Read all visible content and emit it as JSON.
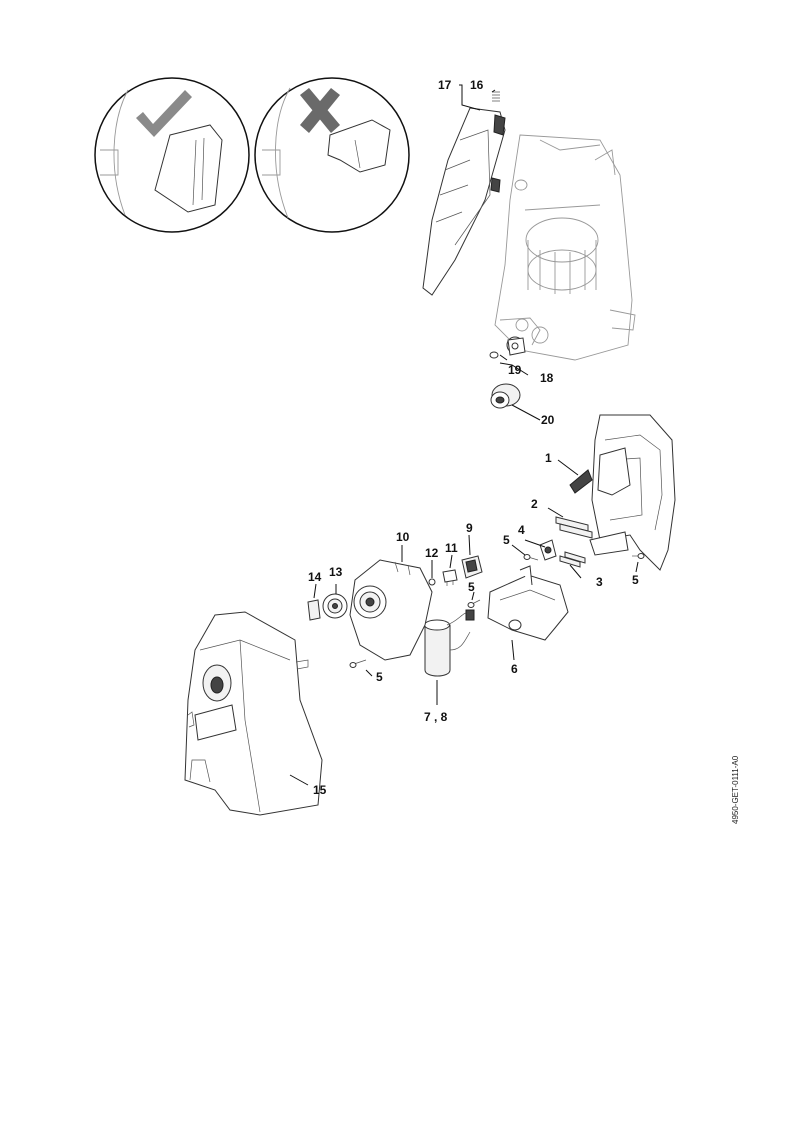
{
  "callouts": [
    {
      "id": "1",
      "text": "1"
    },
    {
      "id": "2",
      "text": "2"
    },
    {
      "id": "3",
      "text": "3"
    },
    {
      "id": "4",
      "text": "4"
    },
    {
      "id": "5a",
      "text": "5"
    },
    {
      "id": "5b",
      "text": "5"
    },
    {
      "id": "5c",
      "text": "5"
    },
    {
      "id": "5d",
      "text": "5"
    },
    {
      "id": "6",
      "text": "6"
    },
    {
      "id": "7_8",
      "text": "7 , 8"
    },
    {
      "id": "9",
      "text": "9"
    },
    {
      "id": "10",
      "text": "10"
    },
    {
      "id": "11",
      "text": "11"
    },
    {
      "id": "12",
      "text": "12"
    },
    {
      "id": "13",
      "text": "13"
    },
    {
      "id": "14",
      "text": "14"
    },
    {
      "id": "15",
      "text": "15"
    },
    {
      "id": "16",
      "text": "16"
    },
    {
      "id": "17",
      "text": "17"
    },
    {
      "id": "18",
      "text": "18"
    },
    {
      "id": "19",
      "text": "19"
    },
    {
      "id": "20",
      "text": "20"
    }
  ],
  "doc_id": "4950-GET-0111-A0",
  "colors": {
    "ink": "#111111",
    "check": "#8a8a8a",
    "cross": "#6a6a6a",
    "paper": "#ffffff"
  },
  "icons": {
    "correct": "check-mark-icon",
    "incorrect": "cross-mark-icon"
  }
}
